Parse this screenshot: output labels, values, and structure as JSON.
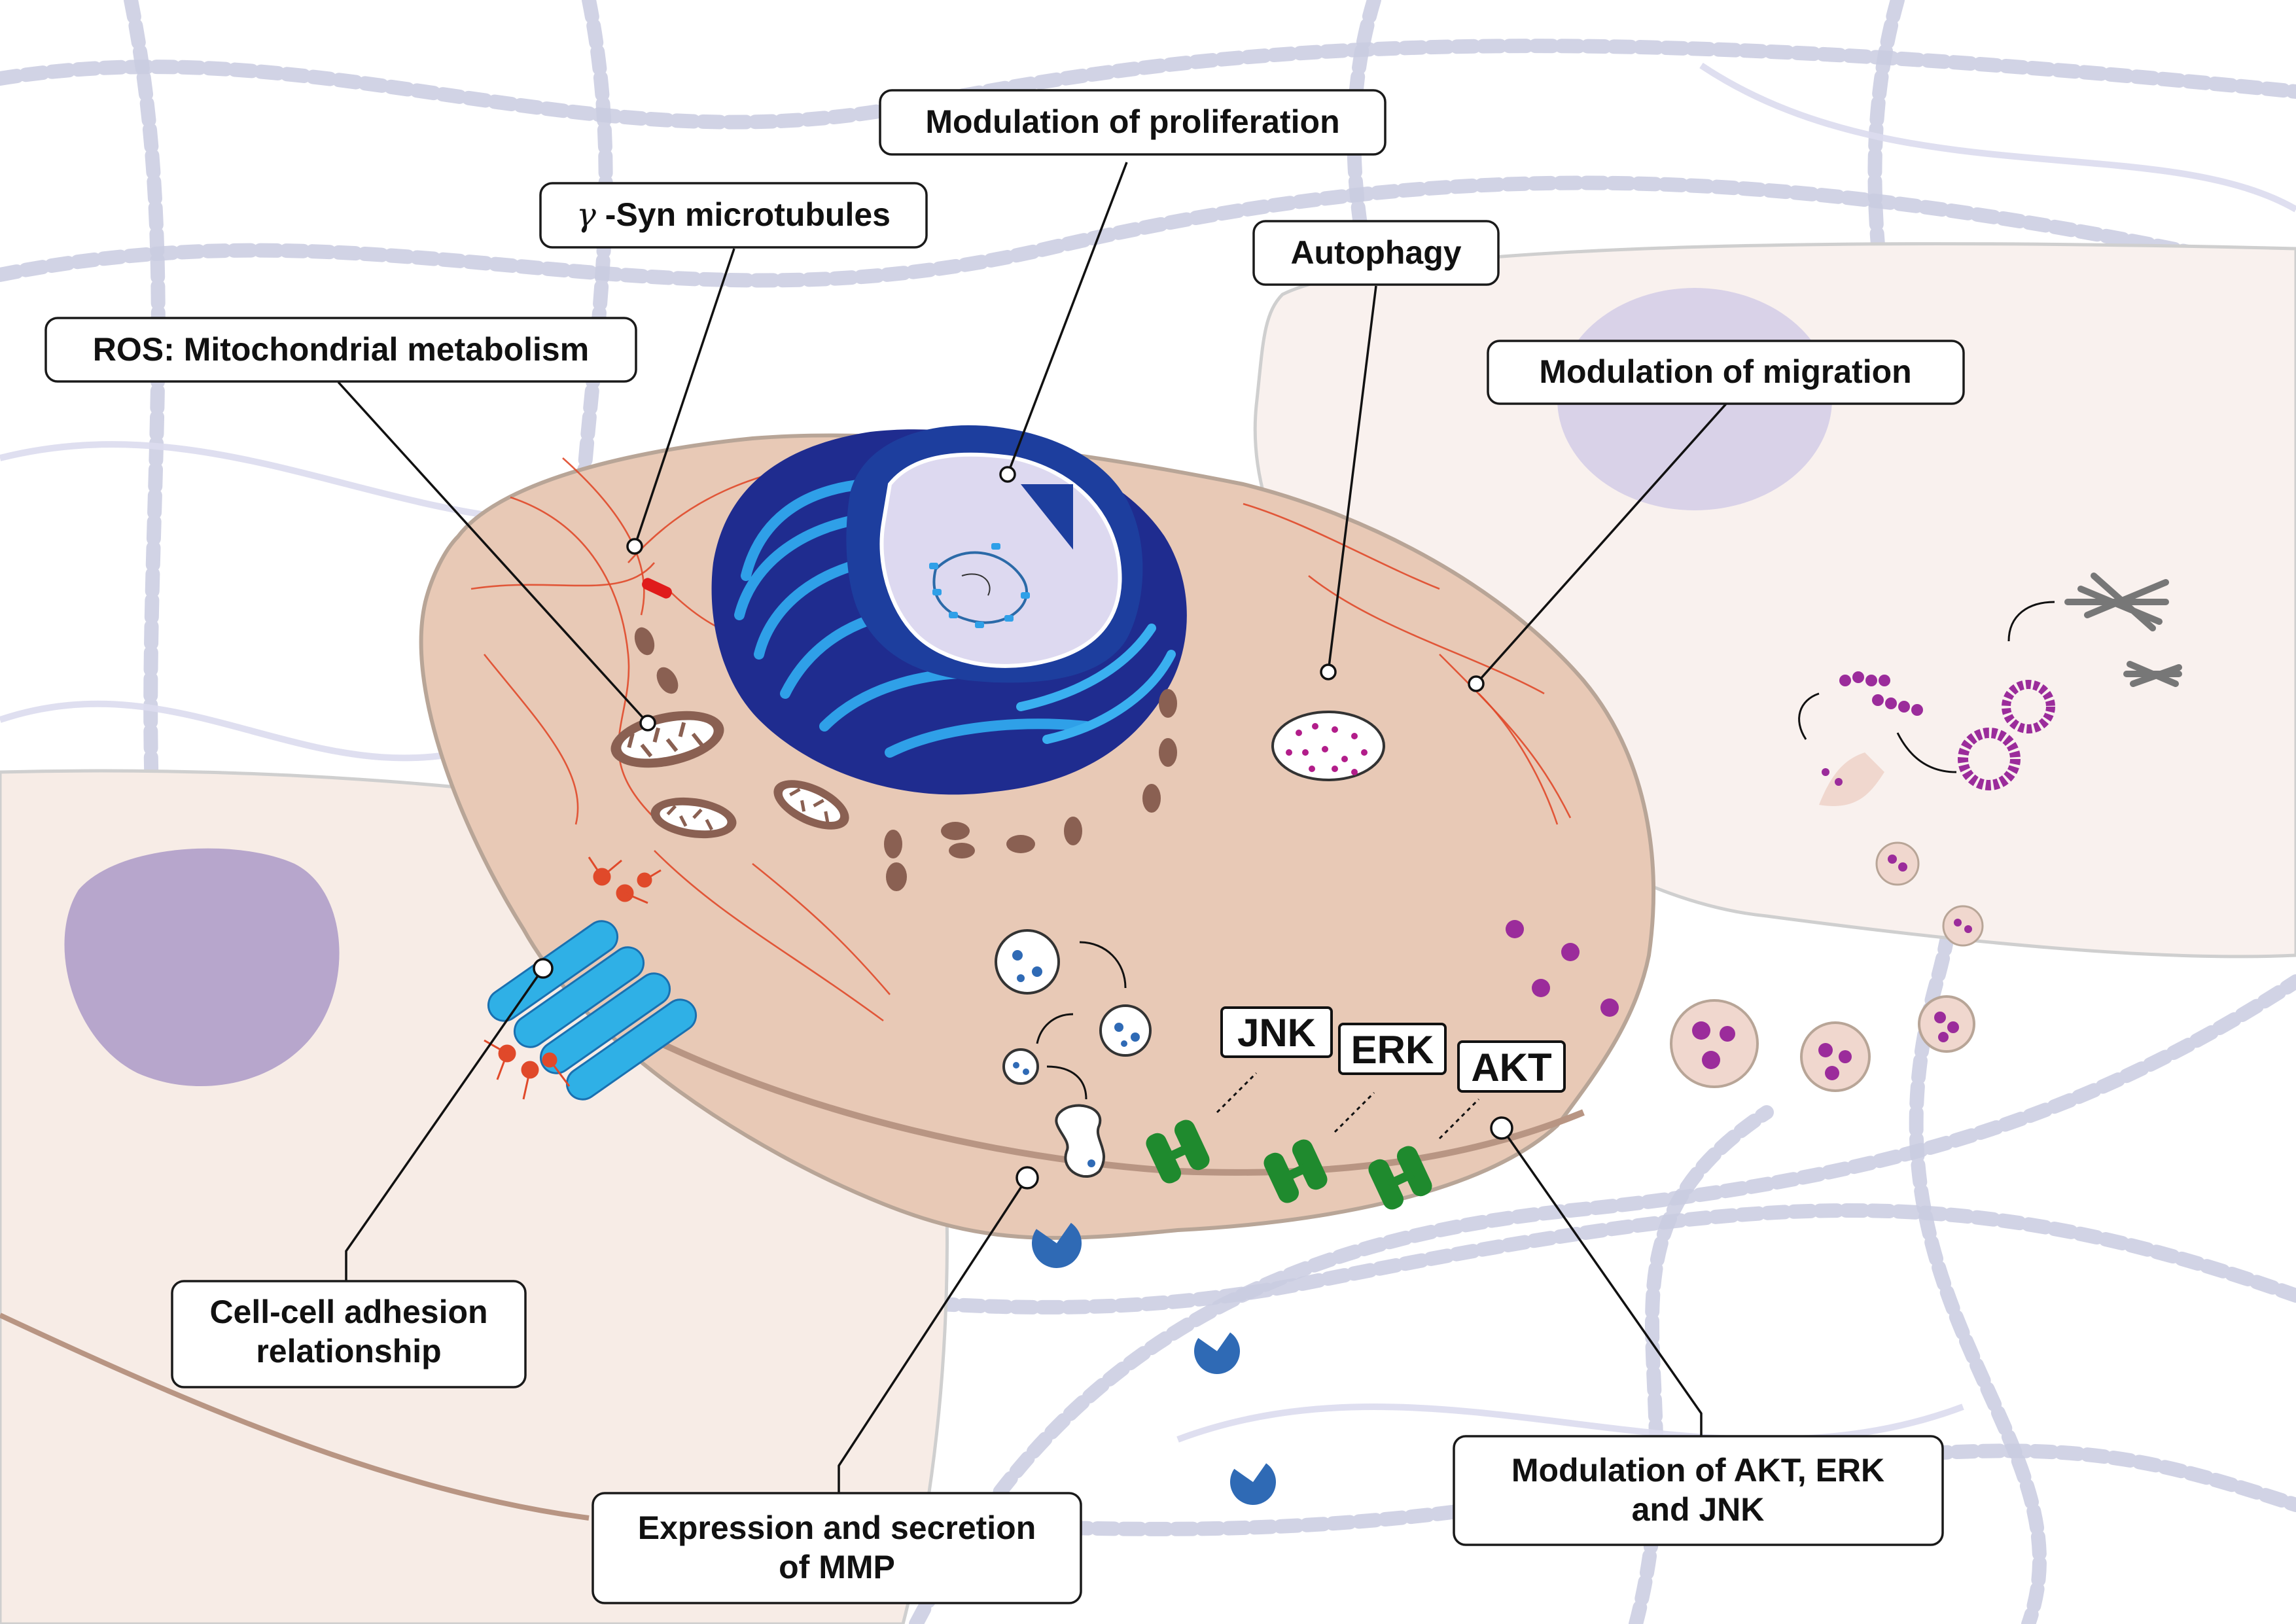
{
  "labels": {
    "proliferation": "Modulation of proliferation",
    "microtubules_prefix": "γ",
    "microtubules": " -Syn microtubules",
    "autophagy": "Autophagy",
    "ros": "ROS: Mitochondrial metabolism",
    "migration": "Modulation of migration",
    "adhesion_line1": "Cell-cell adhesion",
    "adhesion_line2": "relationship",
    "mmp_line1": "Expression and secretion",
    "mmp_line2": "of MMP",
    "akt_erk_jnk_line1": "Modulation of AKT, ERK",
    "akt_erk_jnk_line2": "and JNK"
  },
  "kinases": {
    "jnk": "JNK",
    "erk": "ERK",
    "akt": "AKT"
  },
  "colors": {
    "main_cell": "#e8c9b6",
    "neighbor_cell": "#f7ece6",
    "nucleus_neighbor": "#b7a6cc",
    "golgi_dark": "#1f2c8f",
    "golgi_light": "#2fa0e8",
    "mitochondria": "#8a6052",
    "fibers": "#e0492a",
    "receptor": "#1f8a2e",
    "mmp": "#2f6ab5",
    "vesicle_purple": "#8a2a8a",
    "ecm": "#c9cbe0"
  }
}
